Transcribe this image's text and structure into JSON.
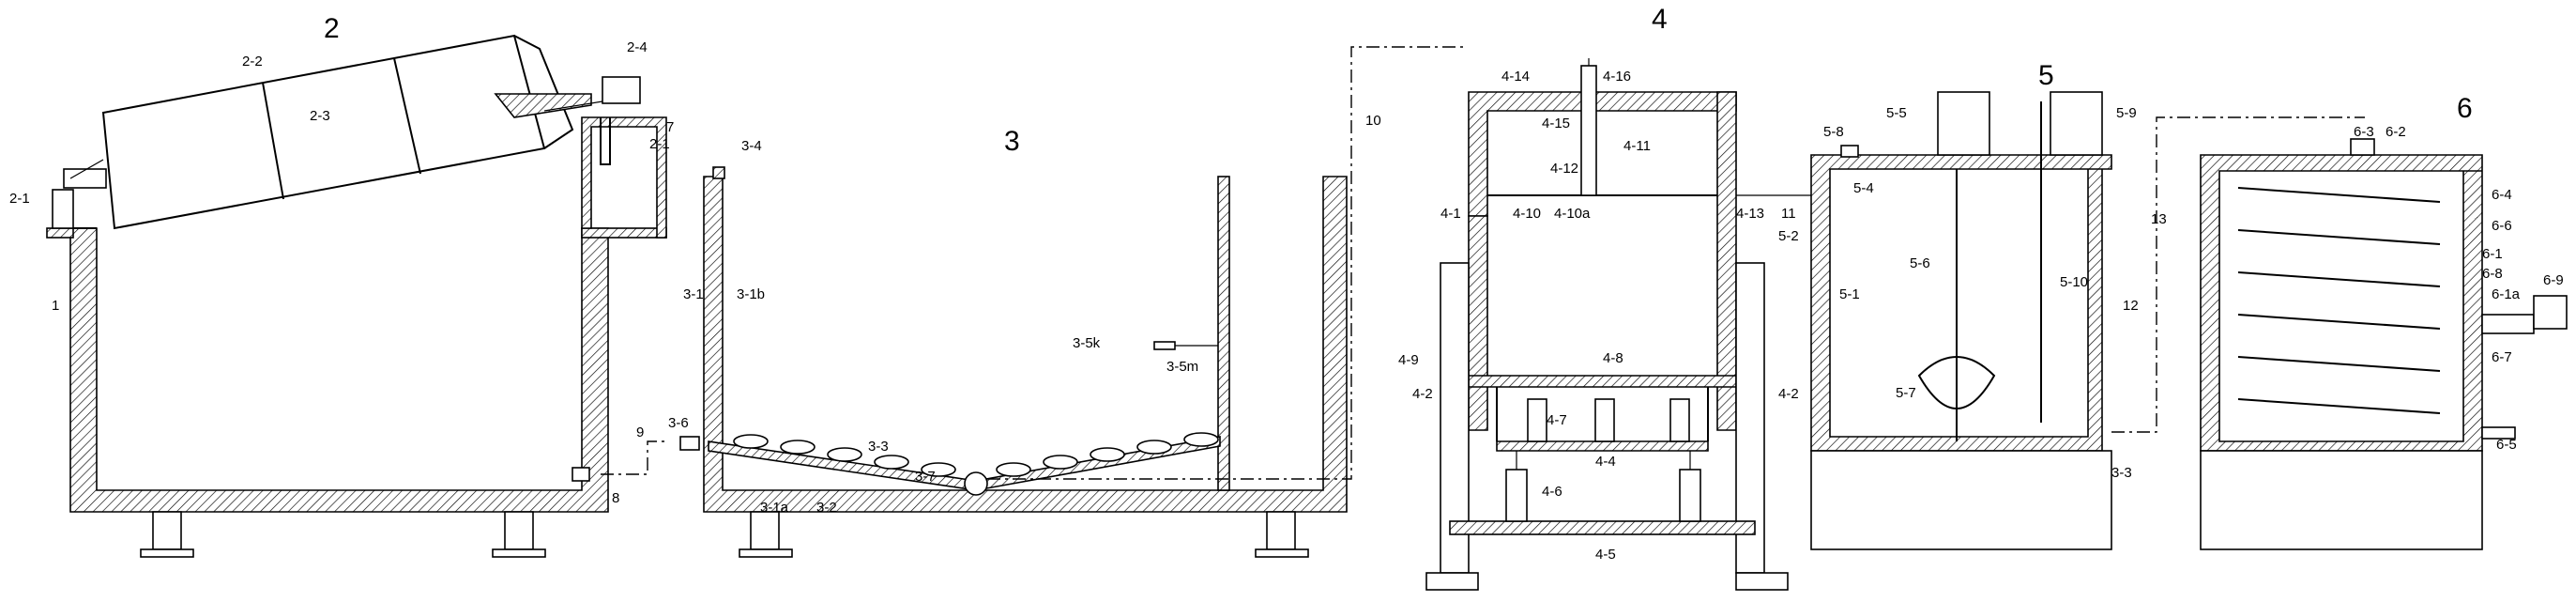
{
  "labels": {
    "u1": "1",
    "u2": "2",
    "u2_1a": "2-1",
    "u2_1b": "2-1",
    "u2_2": "2-2",
    "u2_3": "2-3",
    "u2_4": "2-4",
    "u7": "7",
    "u8": "8",
    "u9": "9",
    "u3": "3",
    "u3_1": "3-1",
    "u3_1b": "3-1b",
    "u3_1a": "3-1a",
    "u3_2": "3-2",
    "u3_3": "3-3",
    "u3_4": "3-4",
    "u3_5k": "3-5k",
    "u3_5m": "3-5m",
    "u3_6": "3-6",
    "u3_7": "3-7",
    "u10": "10",
    "u4": "4",
    "u4_1": "4-1",
    "u4_2a": "4-2",
    "u4_2b": "4-2",
    "u4_4": "4-4",
    "u4_5": "4-5",
    "u4_6": "4-6",
    "u4_7": "4-7",
    "u4_8": "4-8",
    "u4_9": "4-9",
    "u4_10": "4-10",
    "u4_10a": "4-10a",
    "u4_11": "4-11",
    "u4_12": "4-12",
    "u4_13": "4-13",
    "u4_14": "4-14",
    "u4_15": "4-15",
    "u4_16": "4-16",
    "u11": "11",
    "u5": "5",
    "u5_1": "5-1",
    "u5_2": "5-2",
    "u5_4": "5-4",
    "u5_5": "5-5",
    "u5_6": "5-6",
    "u5_7": "5-7",
    "u5_8": "5-8",
    "u5_9": "5-9",
    "u5_10": "5-10",
    "u3_3b": "3-3",
    "u12": "12",
    "u13": "13",
    "u6": "6",
    "u6_1": "6-1",
    "u6_1a": "6-1a",
    "u6_2": "6-2",
    "u6_3": "6-3",
    "u6_4": "6-4",
    "u6_5": "6-5",
    "u6_6": "6-6",
    "u6_7": "6-7",
    "u6_8": "6-8",
    "u6_9": "6-9"
  }
}
